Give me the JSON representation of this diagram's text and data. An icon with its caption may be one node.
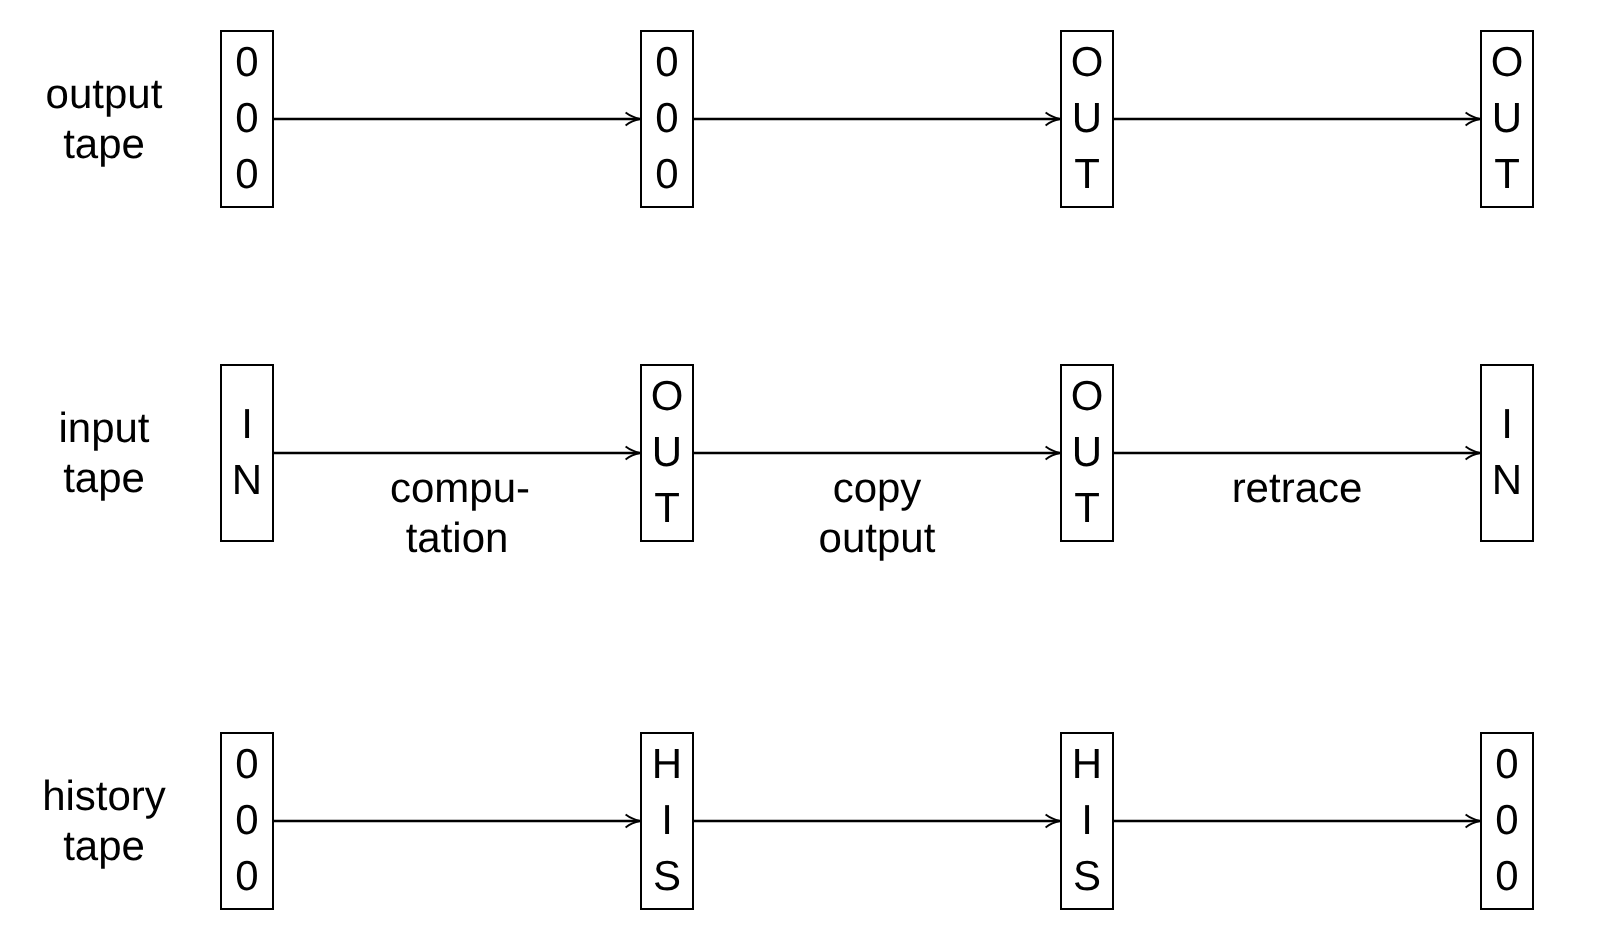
{
  "diagram": {
    "nodes": [
      {
        "text": [
          "0 0 0"
        ]
      },
      {
        "text": [
          "0 0 0"
        ]
      },
      {
        "text": [
          "O U T"
        ]
      },
      {
        "text": [
          "O U T"
        ]
      },
      {
        "text": [
          "I N"
        ]
      },
      {
        "text": [
          "O U T"
        ]
      },
      {
        "text": [
          "O U T"
        ]
      },
      {
        "text": [
          "I N"
        ]
      },
      {
        "text": [
          "0 0 0"
        ]
      },
      {
        "text": [
          "H I S"
        ]
      },
      {
        "text": [
          "H I S"
        ]
      },
      {
        "text": [
          "0 0 0"
        ]
      }
    ],
    "edges": [
      {
        "from": 0,
        "to": 1,
        "arrow": "to"
      },
      {
        "from": 1,
        "to": 2,
        "arrow": "to"
      },
      {
        "from": 2,
        "to": 3,
        "arrow": "to"
      },
      {
        "from": 4,
        "to": 5,
        "arrow": "to",
        "label": "compu- tation"
      },
      {
        "from": 5,
        "to": 6,
        "arrow": "to",
        "label": "copy output"
      },
      {
        "from": 6,
        "to": 7,
        "arrow": "to",
        "label": "retrace"
      },
      {
        "from": 8,
        "to": 9,
        "arrow": "to"
      },
      {
        "from": 9,
        "to": 10,
        "arrow": "to"
      },
      {
        "from": 10,
        "to": 11,
        "arrow": "to"
      }
    ],
    "labels": [
      "output tape",
      "input tape",
      "history tape"
    ]
  }
}
